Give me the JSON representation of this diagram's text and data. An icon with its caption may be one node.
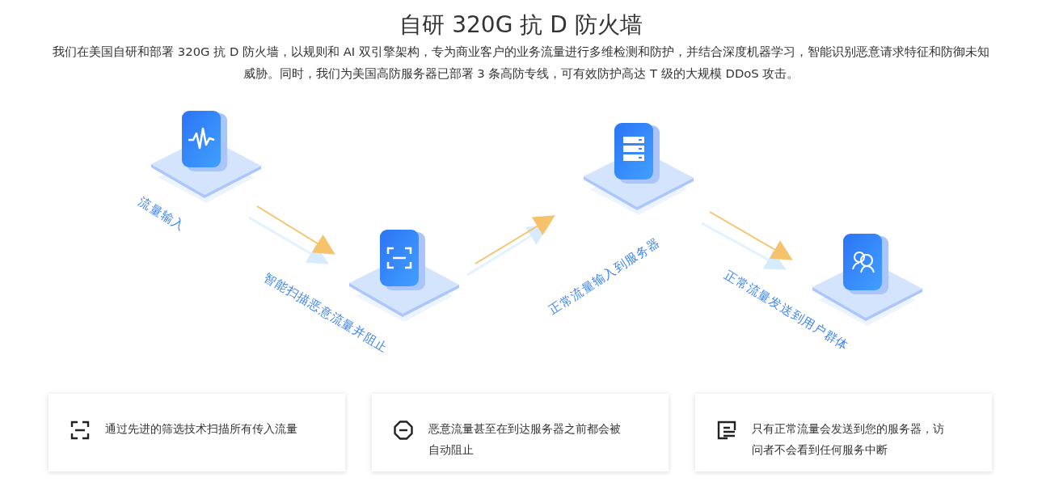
{
  "diagram": {
    "title": "自研 320G 抗 D 防火墙",
    "nodes": [
      {
        "text": [
          "流量输入"
        ]
      },
      {
        "text": [
          "智能扫描恶意流量并阻止"
        ]
      },
      {
        "text": [
          "正常流量输入到服务器"
        ]
      },
      {
        "text": [
          "正常流量发送到用户群体"
        ]
      },
      {
        "text": [
          "通过先进的筛选技术扫描所有传入流量"
        ]
      },
      {
        "text": [
          "恶意流量甚至在到达服务器之前都会被自动阻止"
        ]
      },
      {
        "text": [
          "只有正常流量会发送到您的服务器，访问者不会看到任何服务中断"
        ]
      }
    ],
    "edges": [
      {
        "from": 0,
        "to": 1,
        "arrow": "to"
      },
      {
        "from": 1,
        "to": 2,
        "arrow": "to"
      },
      {
        "from": 2,
        "to": 3,
        "arrow": "to"
      }
    ],
    "labels": [
      "我们在美国自研和部署 320G 抗 D 防火墙，以规则和 AI 双引擎架构，专为商业客户的业务流量进行多维检测和防护，并结合深度机器学习，智能识别恶意请求特征和防御未知威胁。同时，我们为美国高防服务器已部署 3 条高防专线，可有效防护高达 T 级的大规模 DDoS 攻击。"
    ]
  }
}
